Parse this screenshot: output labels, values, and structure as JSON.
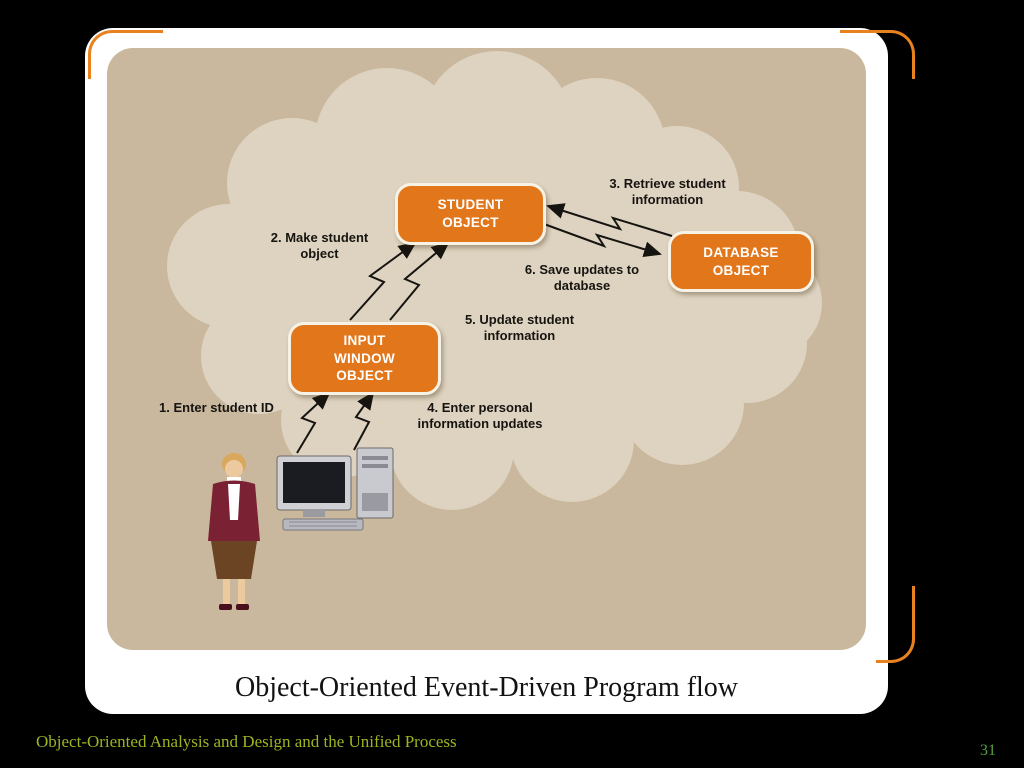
{
  "slide": {
    "caption": "Object-Oriented Event-Driven Program flow",
    "footer_text": "Object-Oriented Analysis and Design and the Unified Process",
    "page_number": "31"
  },
  "diagram": {
    "boxes": {
      "student": "STUDENT\nOBJECT",
      "database": "DATABASE\nOBJECT",
      "input_window": "INPUT\nWINDOW\nOBJECT"
    },
    "labels": {
      "step1": "1. Enter student ID",
      "step2": "2. Make student\nobject",
      "step3": "3. Retrieve student\ninformation",
      "step4": "4. Enter personal\ninformation updates",
      "step5": "5. Update student\ninformation",
      "step6": "6. Save updates to\ndatabase"
    },
    "figures": {
      "user": "user-figure",
      "computer": "computer-illustration"
    },
    "colors": {
      "accent_orange": "#e8821e",
      "box_orange": "#e2761b",
      "panel_tan": "#c9b89d",
      "cloud_tan": "#ded3c0",
      "footer_green": "#9fb321"
    }
  }
}
